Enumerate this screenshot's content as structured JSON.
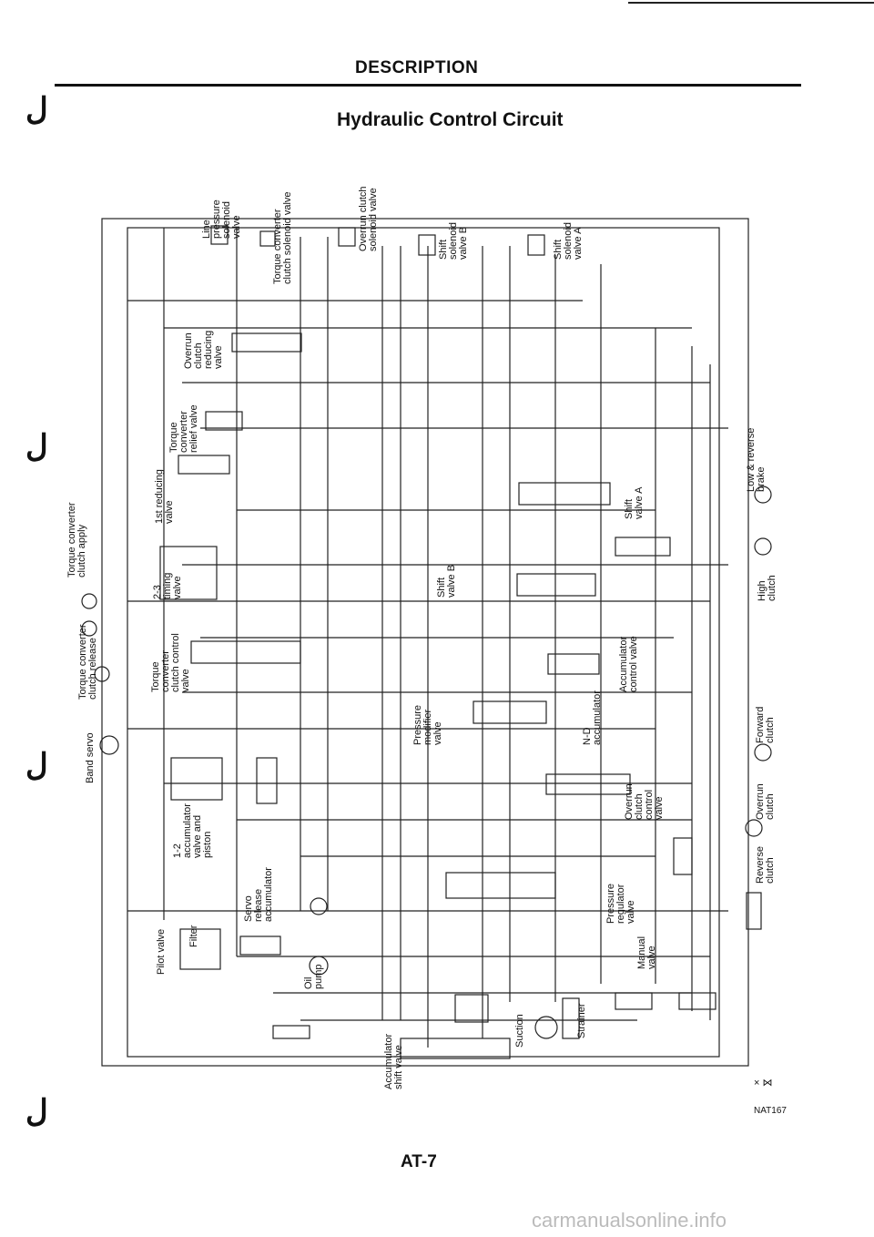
{
  "header": {
    "section": "DESCRIPTION",
    "title": "Hydraulic Control Circuit"
  },
  "footer": {
    "page": "AT-7",
    "figure_code": "NAT167",
    "scale_note": "× ⋈",
    "watermark": "carmanualsonline.info"
  },
  "labels": {
    "line_pressure_solenoid": "Line\npressure\nsolenoid\nvalve",
    "tcc_solenoid": "Torque converter\nclutch solenoid valve",
    "overrun_clutch_solenoid": "Overrun clutch\nsolenoid valve",
    "shift_solenoid_b": "Shift\nsolenoid\nvalve B",
    "shift_solenoid_a": "Shift\nsolenoid\nvalve A",
    "overrun_clutch_reducing": "Overrun\nclutch\nreducing\nvalve",
    "tc_relief": "Torque\nconverter\nrelief valve",
    "first_reducing": "1st reducing\nvalve",
    "low_reverse_brake": "Low & reverse\nbrake",
    "shift_valve_a": "Shift\nvalve A",
    "tcc_apply": "Torque converter\nclutch apply",
    "timing_valve": "2-3\ntiming\nvalve",
    "high_clutch": "High\nclutch",
    "shift_valve_b": "Shift\nvalve B",
    "tcc_release": "Torque converter\nclutch release",
    "tcc_control": "Torque\nconverter\nclutch control\nvalve",
    "accumulator_control": "Accumulator\ncontrol valve",
    "band_servo": "Band servo",
    "pressure_modifier": "Pressure\nmodifier\nvalve",
    "nd_accumulator": "N-D\naccumulator",
    "forward_clutch": "Forward\nclutch",
    "accum_1_2": "1-2\naccumulator\nvalve and\npiston",
    "overrun_clutch_control": "Overrun\nclutch\ncontrol\nvalve",
    "overrun_clutch": "Overrun\nclutch",
    "servo_release_accum": "Servo\nrelease\naccumulator",
    "pressure_regulator": "Pressure\nregulator\nvalve",
    "reverse_clutch": "Reverse\nclutch",
    "pilot_valve": "Pilot valve",
    "filter": "Filter",
    "oil_pump": "Oil\npump",
    "manual_valve": "Manual\nvalve",
    "strainer": "Strainer",
    "suction": "Suction",
    "accum_shift": "Accumulator\nshift valve"
  }
}
